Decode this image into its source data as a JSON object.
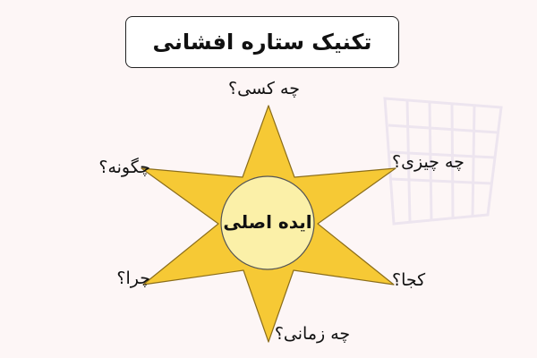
{
  "title": "تکنیک ستاره افشانی",
  "center": "ایده اصلی",
  "questions": {
    "top": "چه کسی؟",
    "top_right": "چه چیزی؟",
    "top_left": "چگونه؟",
    "bottom_left": "چرا؟",
    "bottom_right": "کجا؟",
    "bottom": "چه زمانی؟"
  },
  "colors": {
    "star_fill": "#f6c935",
    "star_stroke": "#8b6d1a",
    "center_fill": "#fbf0a8",
    "background": "#fdf6f6"
  }
}
